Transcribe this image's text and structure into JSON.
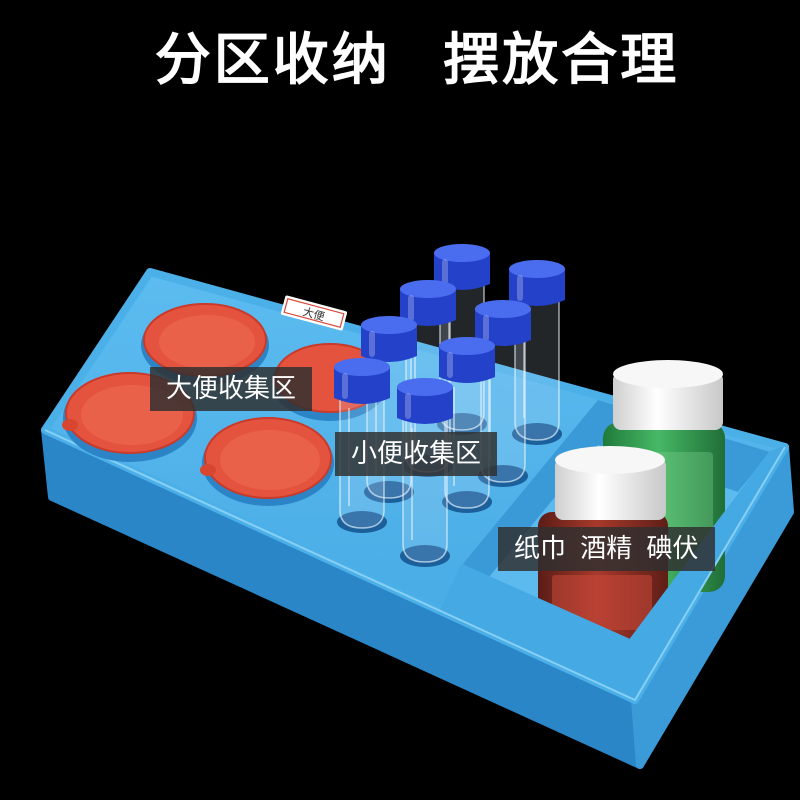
{
  "title": "分区收纳 摆放合理",
  "labels": {
    "stool_zone": "大便收集区",
    "urine_zone": "小便收集区",
    "supplies_zone": "纸巾 酒精 碘伏"
  },
  "sticker": {
    "text": "大便"
  },
  "colors": {
    "background": "#000000",
    "tray": "#4cb0e8",
    "lid": "#e4533e",
    "tube_cap": "#2341c9",
    "green_bottle": "#2f9a4e",
    "red_bottle": "#7a2a22",
    "label_box": "#303030"
  }
}
